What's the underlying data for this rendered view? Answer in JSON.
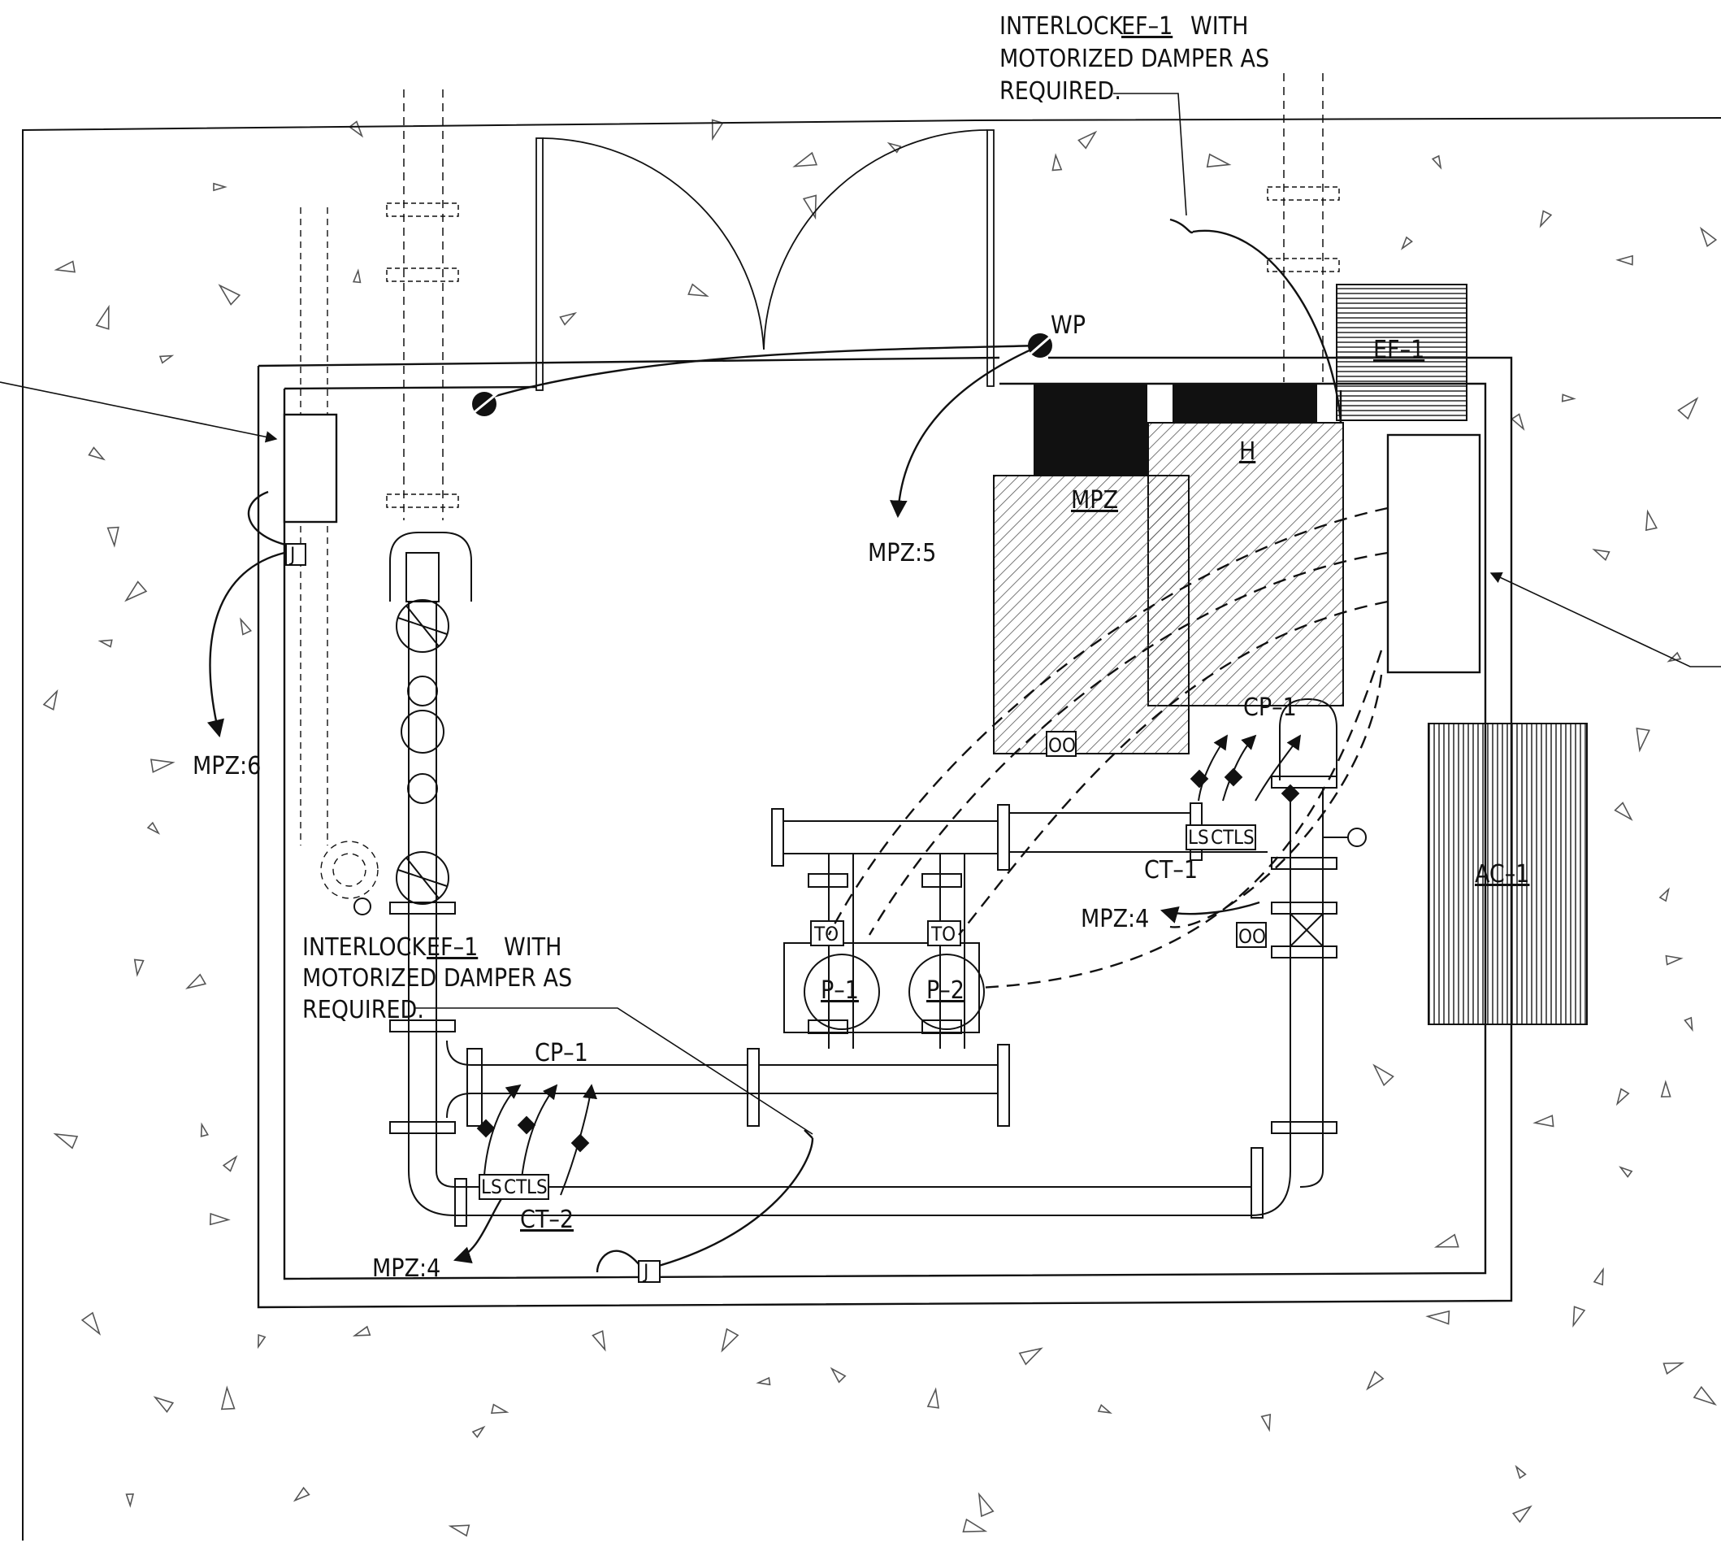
{
  "notes": {
    "top_line1": "INTERLOCK",
    "top_ref": "EF–1",
    "top_line1_tail": "WITH",
    "top_line2": "MOTORIZED DAMPER AS",
    "top_line3": "REQUIRED.",
    "mid_line1": "INTERLOCK",
    "mid_ref": "EF–1",
    "mid_line1_tail": "WITH",
    "mid_line2": "MOTORIZED DAMPER AS",
    "mid_line3": "REQUIRED."
  },
  "equipment": {
    "ef1": "EF–1",
    "ac1": "AC–1",
    "mpz": "MPZ",
    "h": "H",
    "cp1_upper": "CP–1",
    "cp1_lower": "CP–1",
    "ct1": "CT–1",
    "ct2": "CT–2",
    "p1": "P–1",
    "p2": "P–2",
    "wp": "WP"
  },
  "circuits": {
    "mpz5": "MPZ:5",
    "mpz6": "MPZ:6",
    "mpz4_right": "MPZ:4",
    "mpz4_left": "MPZ:4"
  },
  "tags": {
    "j": "J",
    "oo": "OO",
    "to": "TO",
    "ls": "LS",
    "ct": "CT"
  },
  "icons": [
    "triangle-hatch-symbol",
    "duplex-receptacle-icon",
    "junction-box-icon",
    "motor-starter-icon",
    "flow-arrow-icon"
  ]
}
